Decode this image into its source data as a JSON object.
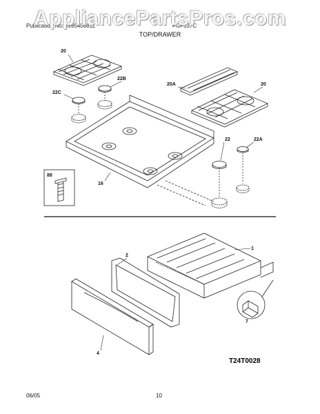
{
  "watermark": "AppliancePartsPros.com",
  "header": {
    "publication_text": "Publication No: 5995408811",
    "model_text": "FGF337C",
    "section_title": "TOP/DRAWER"
  },
  "footer": {
    "date": "06/05",
    "page_number": "10"
  },
  "diagram_code": "T24T0028",
  "callouts": {
    "grate_left": "20",
    "grate_right": "20",
    "grate_center": "20A",
    "cap_22B": "22B",
    "cap_22C": "22C",
    "cap_22": "22",
    "cap_22A": "22A",
    "cooktop": "16",
    "screw": "88",
    "drawer_body": "1",
    "drawer_frame": "2",
    "drawer_panel": "4",
    "bracket": "7"
  }
}
